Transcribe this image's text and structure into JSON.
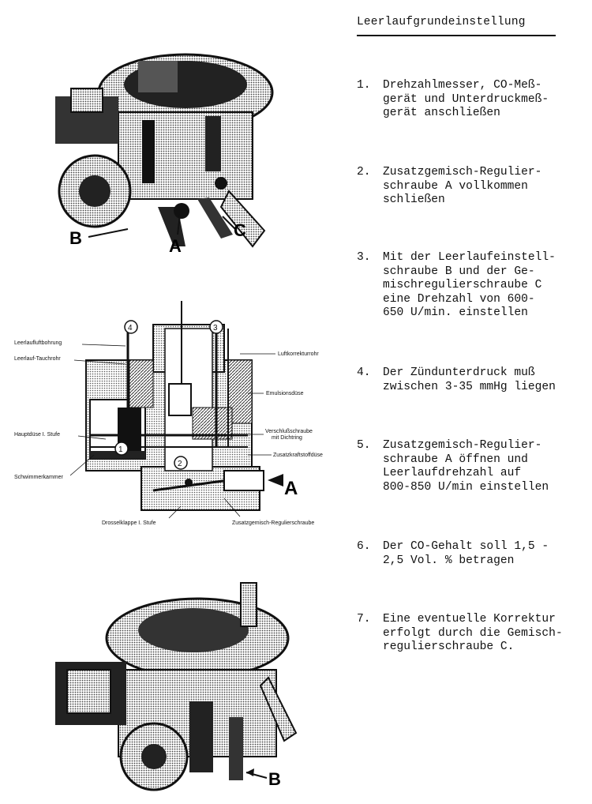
{
  "heading": "Leerlaufgrundeinstellung",
  "steps": [
    {
      "num": "1.",
      "text": "Drehzahlmesser, CO-Meß-\ngerät und Unterdruckmeß-\ngerät anschließen"
    },
    {
      "num": "2.",
      "text": "Zusatzgemisch-Regulier-\nschraube A vollkommen\nschließen"
    },
    {
      "num": "3.",
      "text": "Mit der Leerlaufeinstell-\nschraube B und der Ge-\nmischregulierschraube C\neine Drehzahl von 600-\n650 U/min. einstellen"
    },
    {
      "num": "4.",
      "text": "Der Zündunterdruck muß\nzwischen 3-35 mmHg liegen"
    },
    {
      "num": "5.",
      "text": "Zusatzgemisch-Regulier-\nschraube A öffnen und\nLeerlaufdrehzahl auf\n800-850 U/min einstellen"
    },
    {
      "num": "6.",
      "text": "Der CO-Gehalt soll 1,5 -\n2,5 Vol. % betragen"
    },
    {
      "num": "7.",
      "text": "Eine eventuelle Korrektur\nerfolgt durch die Gemisch-\nregulierschraube C."
    }
  ],
  "figure_top": {
    "callouts": [
      "B",
      "A",
      "C"
    ]
  },
  "figure_middle": {
    "markers": [
      "4",
      "3",
      "1",
      "2"
    ],
    "callout": "A",
    "labels_left": [
      "Leerlaufluftbohrung",
      "Leerlauf-Tauchrohr",
      "Hauptdüse I. Stufe",
      "Schwimmerkammer"
    ],
    "labels_right": [
      "Luftkorrekturrohr",
      "Emulsionsdüse",
      "Verschlußschraube",
      "mit Dichtring",
      "Zusatzkraftstoffdüse",
      "Zusatzgemisch-Regulierschraube"
    ],
    "label_bottom": "Drosselklappe I. Stufe"
  },
  "figure_bottom": {
    "callout": "B"
  }
}
